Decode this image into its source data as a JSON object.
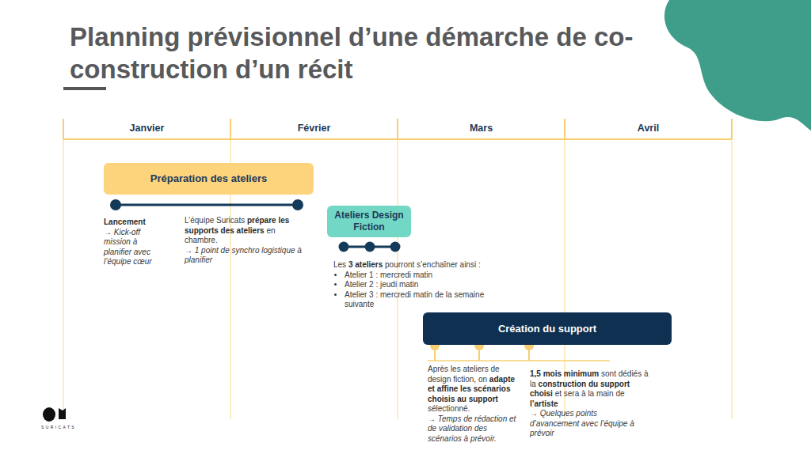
{
  "diagram": {
    "title": "Planning prévisionnel d’une démarche de co-construction d’un récit",
    "nodes": [
      {
        "text": [
          "Préparation des ateliers"
        ]
      },
      {
        "text": [
          "Ateliers Design Fiction"
        ]
      },
      {
        "text": [
          "Création du support"
        ]
      }
    ],
    "labels": [
      "Janvier",
      "Février",
      "Mars",
      "Avril",
      "Lancement",
      "→ Kick-off mission à planifier avec l’équipe cœur",
      "L’équipe Suricats",
      "prépare les supports des ateliers",
      "en chambre.",
      "→ 1 point de synchro logistique à planifier",
      "Les",
      "3 ateliers",
      "pourront s’enchaîner ainsi :",
      "Atelier 1 : mercredi matin",
      "Atelier 2 : jeudi matin",
      "Atelier 3 : mercredi matin de la semaine suivante",
      "Après les ateliers de design fiction, on",
      "adapte et affine les scénarios choisis au support",
      "sélectionné.",
      "→ Temps de rédaction et de validation des scénarios à prévoir.",
      "1,5 mois minimum",
      "sont dédiés à la",
      "construction du support choisi",
      "et sera à la main de",
      "l’artiste",
      "→ Quelques points d’avancement avec l’équipe à prévoir",
      "SURICATS"
    ]
  }
}
